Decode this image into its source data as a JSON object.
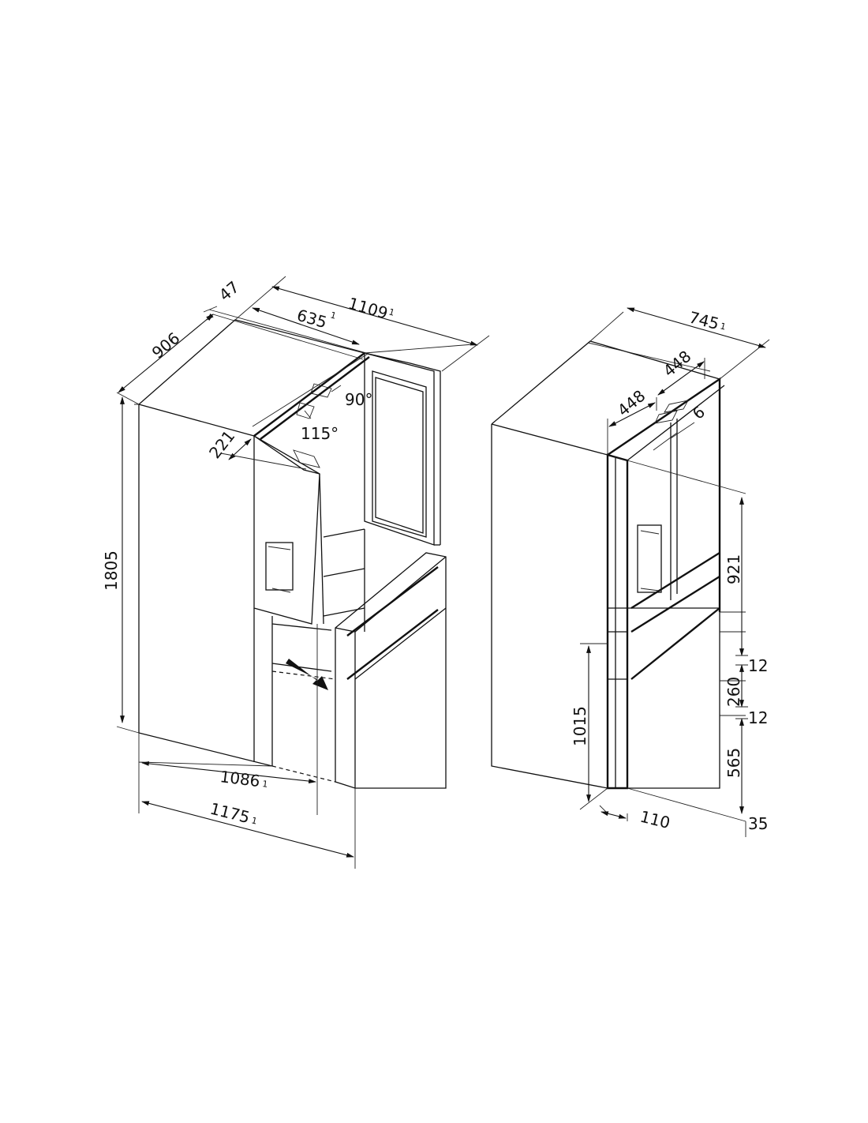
{
  "left_view": {
    "depth_total": "906",
    "depth_offset": "47",
    "door_width": "635",
    "door_width_note": "1",
    "width_open": "1109",
    "width_open_note": "1",
    "angle_right": "90°",
    "angle_left": "115°",
    "door_depth": "221",
    "height": "1805",
    "depth_drawer_open": "1086",
    "depth_drawer_open_note": "1",
    "depth_door_open": "1175",
    "depth_door_open_note": "1"
  },
  "right_view": {
    "width": "745",
    "width_note": "1",
    "door_left": "448",
    "door_right": "448",
    "gap": "6",
    "upper_height": "921",
    "gap_upper": "12",
    "drawer_height": "260",
    "gap_lower": "12",
    "lower_drawer_height": "565",
    "plinth": "35",
    "handle_height": "1015",
    "handle_offset": "110"
  }
}
